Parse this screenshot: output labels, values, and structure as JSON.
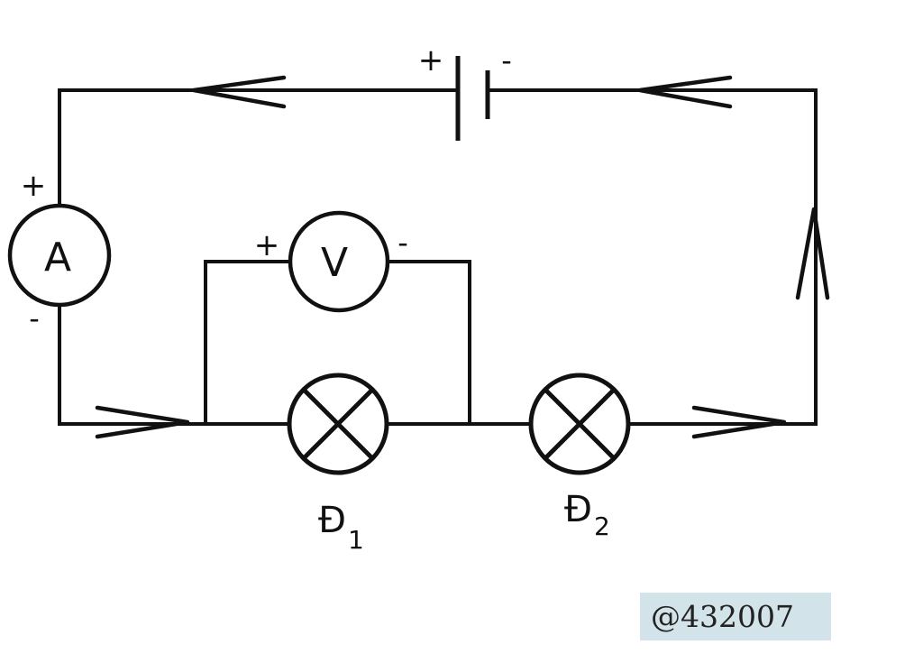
{
  "battery": {
    "positive_sign": "+",
    "negative_sign": "-"
  },
  "ammeter": {
    "label": "A",
    "positive_sign": "+",
    "negative_sign": "-"
  },
  "voltmeter": {
    "label": "V",
    "positive_sign": "+",
    "negative_sign": "-"
  },
  "lamps": [
    {
      "label": "Đ",
      "subscript": "1"
    },
    {
      "label": "Đ",
      "subscript": "2"
    }
  ],
  "watermark": "@432007",
  "colors": {
    "ink": "#111111",
    "watermark_background": "#d3e3ea"
  }
}
